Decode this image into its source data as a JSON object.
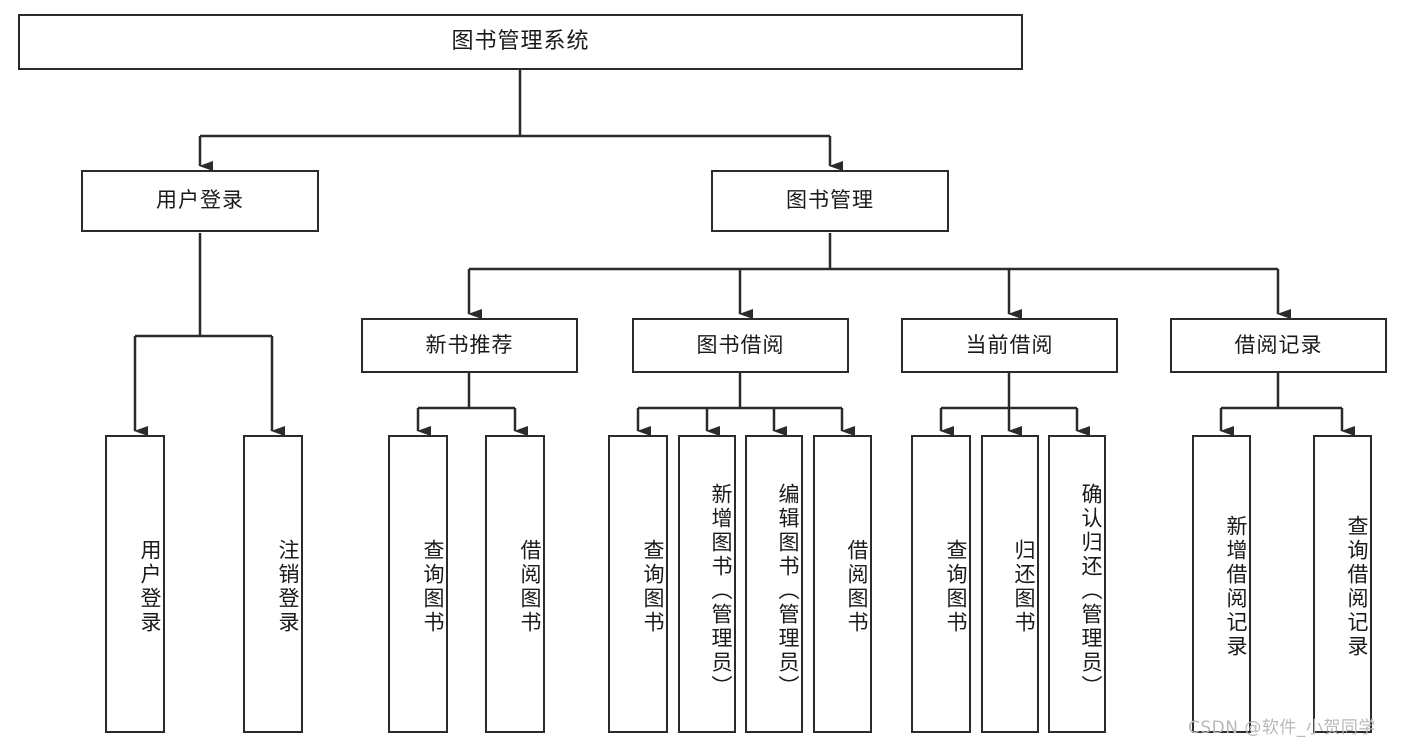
{
  "diagram": {
    "type": "tree",
    "title": "图书管理系统",
    "orientation": "top-down",
    "colors": {
      "stroke": "#2b2b2b",
      "fill": "#ffffff",
      "text": "#1a1a1a",
      "watermark": "#b9b9b9"
    },
    "root": {
      "id": "root",
      "label": "图书管理系统"
    },
    "level2": [
      {
        "id": "user-login",
        "label": "用户登录"
      },
      {
        "id": "book-manage",
        "label": "图书管理"
      }
    ],
    "level3": [
      {
        "id": "new-book-rec",
        "label": "新书推荐",
        "parent": "book-manage"
      },
      {
        "id": "book-borrow",
        "label": "图书借阅",
        "parent": "book-manage"
      },
      {
        "id": "current-borrow",
        "label": "当前借阅",
        "parent": "book-manage"
      },
      {
        "id": "borrow-record",
        "label": "借阅记录",
        "parent": "book-manage"
      }
    ],
    "leaves": {
      "user_login": [
        {
          "id": "leaf-user-login",
          "label": "用户登录"
        },
        {
          "id": "leaf-user-logout",
          "label": "注销登录"
        }
      ],
      "new_book_rec": [
        {
          "id": "leaf-query-book-1",
          "label": "查询图书"
        },
        {
          "id": "leaf-borrow-book-1",
          "label": "借阅图书"
        }
      ],
      "book_borrow": [
        {
          "id": "leaf-query-book-2",
          "label": "查询图书"
        },
        {
          "id": "leaf-add-book",
          "label": "新增图书（管理员）"
        },
        {
          "id": "leaf-edit-book",
          "label": "编辑图书（管理员）"
        },
        {
          "id": "leaf-borrow-book-2",
          "label": "借阅图书"
        }
      ],
      "current_borrow": [
        {
          "id": "leaf-query-book-3",
          "label": "查询图书"
        },
        {
          "id": "leaf-return-book",
          "label": "归还图书"
        },
        {
          "id": "leaf-confirm-return",
          "label": "确认归还（管理员）"
        }
      ],
      "borrow_record": [
        {
          "id": "leaf-add-record",
          "label": "新增借阅记录"
        },
        {
          "id": "leaf-query-record",
          "label": "查询借阅记录"
        }
      ]
    }
  },
  "watermark": {
    "text": "CSDN @软件_小贺同学"
  }
}
